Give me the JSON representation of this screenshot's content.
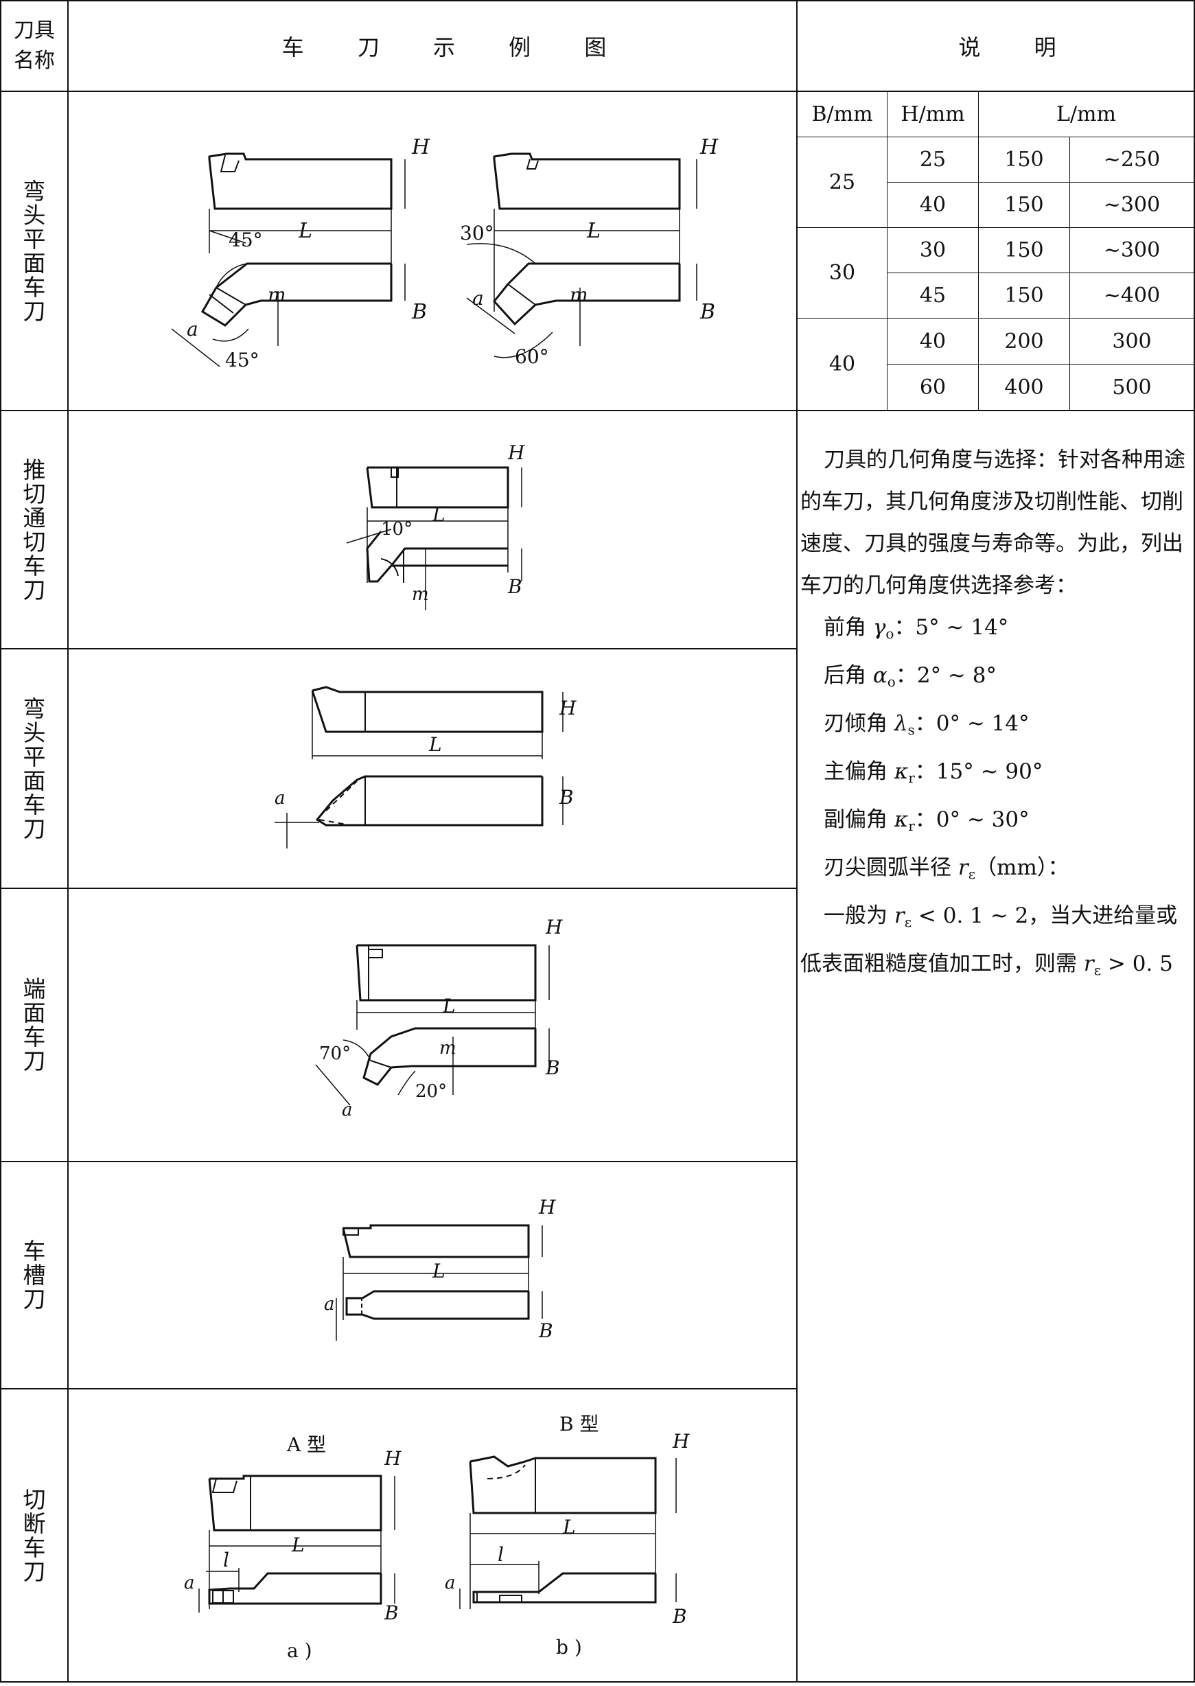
{
  "header": {
    "col1": "刀具名称",
    "col2": "车 刀 示 例 图",
    "col3": "说 明"
  },
  "rows": [
    {
      "name": "弯头平面车刀"
    },
    {
      "name": "推切通切车刀"
    },
    {
      "name": "弯头平面车刀"
    },
    {
      "name": "端面车刀"
    },
    {
      "name": "车槽刀"
    },
    {
      "name": "切断车刀"
    }
  ],
  "size_table": {
    "headers": {
      "b": "B/mm",
      "h": "H/mm",
      "l": "L/mm"
    },
    "groups": [
      {
        "b": "25",
        "rows": [
          {
            "h": "25",
            "l1": "150",
            "l2": "~250"
          },
          {
            "h": "40",
            "l1": "150",
            "l2": "~300"
          }
        ]
      },
      {
        "b": "30",
        "rows": [
          {
            "h": "30",
            "l1": "150",
            "l2": "~300"
          },
          {
            "h": "45",
            "l1": "150",
            "l2": "~400"
          }
        ]
      },
      {
        "b": "40",
        "rows": [
          {
            "h": "40",
            "l1": "200",
            "l2": "300"
          },
          {
            "h": "60",
            "l1": "400",
            "l2": "500"
          }
        ]
      }
    ]
  },
  "description": {
    "intro": "刀具的几何角度与选择：针对各种用途的车刀，其几何角度涉及切削性能、切削速度、刀具的强度与寿命等。为此，列出车刀的几何角度供选择参考：",
    "rake": "前角 γo：5°~14°",
    "rake_label": "前角",
    "rake_sym": "γ",
    "rake_sub": "o",
    "rake_val": "：5° ~ 14°",
    "clearance_label": "后角",
    "clearance_sym": "α",
    "clearance_sub": "o",
    "clearance_val": "：2° ~ 8°",
    "incl_label": "刃倾角",
    "incl_sym": "λ",
    "incl_sub": "s",
    "incl_val": "：0° ~ 14°",
    "main_label": "主偏角",
    "main_sym": "κ",
    "main_sub": "r",
    "main_val": "：15° ~ 90°",
    "minor_label": "副偏角",
    "minor_sym": "κ",
    "minor_sub": "r",
    "minor_val": "：0° ~ 30°",
    "radius_label": "刃尖圆弧半径",
    "radius_sym": "r",
    "radius_sub": "ε",
    "radius_val": "（mm）：",
    "general_a": "一般为",
    "general_sym": "r",
    "general_sub": "ε",
    "general_b": "< 0. 1 ~ 2，当大进给量或低表面粗糙度值加工时，则需",
    "general_sym2": "r",
    "general_sub2": "ε",
    "general_c": "> 0. 5"
  },
  "figure_labels": {
    "H": "H",
    "B": "B",
    "L": "L",
    "m": "m",
    "a": "a",
    "l": "l",
    "ang45": "45°",
    "ang30": "30°",
    "ang60": "60°",
    "ang10": "10°",
    "ang70": "70°",
    "ang20": "20°",
    "typeA": "A 型",
    "typeB": "B 型",
    "fa": "a )",
    "fb": "b )"
  }
}
